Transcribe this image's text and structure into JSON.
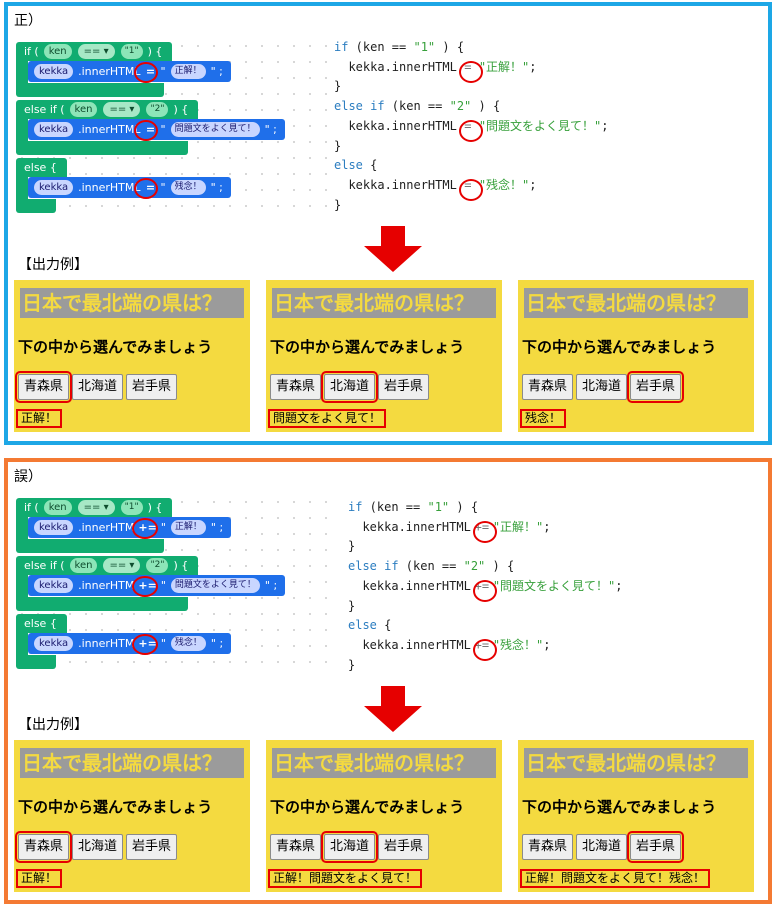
{
  "colors": {
    "blue_border": "#1da7e6",
    "orange_border": "#f47a33",
    "red": "#e60000",
    "yellow": "#f4da40",
    "grey": "#9b9b9b",
    "block_green": "#11ac70",
    "block_blue": "#1f6fea"
  },
  "correct": {
    "title": "正）",
    "output_label": "【出力例】",
    "op_block": "=",
    "op_code": "=",
    "results": [
      "正解！",
      "問題文をよく見て！",
      "残念！"
    ]
  },
  "wrong": {
    "title": "誤）",
    "output_label": "【出力例】",
    "op_block": "+=",
    "op_code": "+=",
    "results": [
      "正解！",
      "正解！問題文をよく見て！",
      "正解！問題文をよく見て！残念！"
    ]
  },
  "blocks": {
    "if": "if (",
    "else_if": "else if (",
    "else": "else {",
    "ken": "ken",
    "eqeq": "== ▾",
    "close": ") {",
    "kekka": "kekka",
    "inner": ".innerHTML",
    "inner_short": ".innerHTM",
    "quote": "\"",
    "semi": "\" ;",
    "val1": "\"1\"",
    "val2": "\"2\"",
    "msg1": "正解！",
    "msg2": "問題文をよく見て！",
    "msg3": "残念！"
  },
  "code": {
    "kw_if": "if",
    "kw_else": "else",
    "kw_else_if": "else if",
    "cond1_pre": " (ken == ",
    "cond2_pre": " (ken == ",
    "str1": "\"1\"",
    "str2": "\"2\"",
    "cond_post": " ) {",
    "brace_open": " {",
    "brace_close": "}",
    "indent_left": "  kekka.innerHTML",
    "s1": "\"正解！\"",
    "s2": "\"問題文をよく見て！\"",
    "s3": "\"残念！\"",
    "semi": ";"
  },
  "app": {
    "heading": "日本で最北端の県は？",
    "sub": "下の中から選んでみましょう",
    "buttons": [
      "青森県",
      "北海道",
      "岩手県"
    ]
  }
}
